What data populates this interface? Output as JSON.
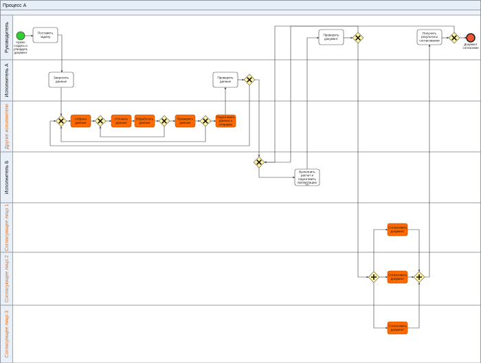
{
  "pool": {
    "title": "Процесс А"
  },
  "colors": {
    "pool_header": "#e6eef7",
    "lane_label_bg": "#eaf0f8",
    "grid": "#8a8f96",
    "accent_label": "#e07020",
    "task_orange": "#ff6a00",
    "task_white": "#ffffff",
    "gateway": "#fff3a0",
    "start": "#33cc33",
    "end": "#ee5533",
    "flow": "#333333"
  },
  "lanes": [
    {
      "id": "manager",
      "label": "Руководитель",
      "color": "dark"
    },
    {
      "id": "exec-a",
      "label": "Исполнитель А",
      "color": "dark"
    },
    {
      "id": "others",
      "label": "Другие исполнители",
      "color": "accent"
    },
    {
      "id": "exec-b",
      "label": "Исполнитель Б",
      "color": "dark"
    },
    {
      "id": "approver-1",
      "label": "Согласующее лицо 1",
      "color": "accent"
    },
    {
      "id": "approver-2",
      "label": "Согласующее лицо 2",
      "color": "accent"
    },
    {
      "id": "approver-3",
      "label": "Согласующее лицо 3",
      "color": "accent"
    }
  ],
  "events": [
    {
      "id": "start",
      "type": "start",
      "label": [
        "Нужно",
        "создать и",
        "утвердить",
        "документ"
      ]
    },
    {
      "id": "end",
      "type": "end",
      "label": [
        "Документ",
        "согласован"
      ]
    }
  ],
  "tasks": [
    {
      "id": "set-task",
      "style": "white",
      "lines": [
        "Поставить",
        "задачу"
      ]
    },
    {
      "id": "request-data",
      "style": "white",
      "lines": [
        "Запросить",
        "данные"
      ]
    },
    {
      "id": "check-data-a",
      "style": "white",
      "lines": [
        "Проверить",
        "данные"
      ]
    },
    {
      "id": "check-doc",
      "style": "white",
      "lines": [
        "Проверить",
        "документ"
      ]
    },
    {
      "id": "get-results",
      "style": "white",
      "lines": [
        "Получить",
        "результаты",
        "согласования"
      ]
    },
    {
      "id": "calc-prepare",
      "style": "white",
      "lines": [
        "Выполнить",
        "расчет и",
        "подготовить",
        "презентацию"
      ]
    },
    {
      "id": "collect-data",
      "style": "orange",
      "lines": [
        "Собрать",
        "данные"
      ]
    },
    {
      "id": "refine-data",
      "style": "orange",
      "lines": [
        "Уточнить",
        "данные"
      ]
    },
    {
      "id": "process-data",
      "style": "orange",
      "lines": [
        "Обработать",
        "данные"
      ]
    },
    {
      "id": "check-data-o",
      "style": "orange",
      "lines": [
        "Проверить",
        "данные"
      ]
    },
    {
      "id": "prepare-send",
      "style": "orange",
      "lines": [
        "Подготовить",
        "данные к",
        "отправке"
      ]
    },
    {
      "id": "approve-1",
      "style": "orange",
      "lines": [
        "Согласовать",
        "документ"
      ]
    },
    {
      "id": "approve-2",
      "style": "orange",
      "lines": [
        "Согласовать",
        "документ"
      ]
    },
    {
      "id": "approve-3",
      "style": "orange",
      "lines": [
        "Согласовать",
        "документ"
      ]
    }
  ],
  "gateways": [
    {
      "id": "gw-check-doc",
      "type": "exclusive"
    },
    {
      "id": "gw-results",
      "type": "exclusive"
    },
    {
      "id": "gw-check-a",
      "type": "exclusive"
    },
    {
      "id": "gw-collect",
      "type": "exclusive"
    },
    {
      "id": "gw-refine",
      "type": "exclusive"
    },
    {
      "id": "gw-process",
      "type": "exclusive"
    },
    {
      "id": "gw-prepare",
      "type": "exclusive"
    },
    {
      "id": "gw-exec-b",
      "type": "exclusive"
    },
    {
      "id": "gw-split",
      "type": "parallel"
    },
    {
      "id": "gw-join",
      "type": "parallel"
    }
  ]
}
